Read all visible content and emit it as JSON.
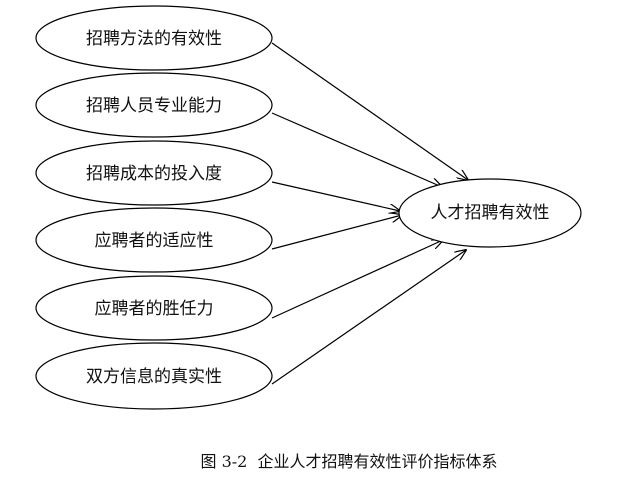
{
  "diagram": {
    "factors": [
      {
        "label": "招聘方法的有效性"
      },
      {
        "label": "招聘人员专业能力"
      },
      {
        "label": "招聘成本的投入度"
      },
      {
        "label": "应聘者的适应性"
      },
      {
        "label": "应聘者的胜任力"
      },
      {
        "label": "双方信息的真实性"
      }
    ],
    "target": {
      "label": "人才招聘有效性"
    },
    "caption": "图 3-2  企业人才招聘有效性评价指标体系"
  }
}
